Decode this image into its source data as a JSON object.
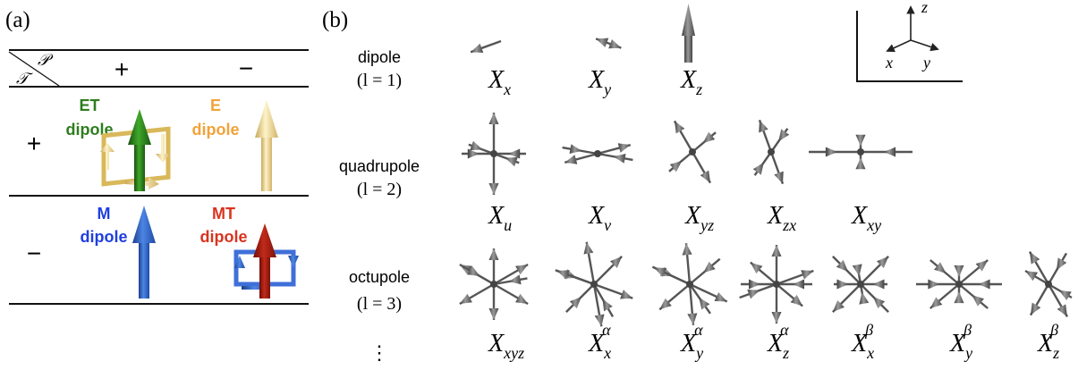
{
  "panel_a": {
    "label": "(a)",
    "corner_T": "𝒯",
    "corner_P": "𝒫",
    "col_plus": "+",
    "col_minus": "−",
    "row_plus": "+",
    "row_minus": "−",
    "cells": {
      "et": [
        "ET",
        "dipole"
      ],
      "e": [
        "E",
        "dipole"
      ],
      "m": [
        "M",
        "dipole"
      ],
      "mt": [
        "MT",
        "dipole"
      ]
    },
    "colors": {
      "et": "#2e7d1e",
      "e": "#f2a23a",
      "m": "#1f3fe0",
      "mt": "#d8341f"
    }
  },
  "panel_b": {
    "label": "(b)",
    "rows": [
      {
        "name": "dipole",
        "l": "(l = 1)",
        "items": [
          {
            "base": "X",
            "sub": "x",
            "sup": ""
          },
          {
            "base": "X",
            "sub": "y",
            "sup": ""
          },
          {
            "base": "X",
            "sub": "z",
            "sup": ""
          }
        ]
      },
      {
        "name": "quadrupole",
        "l": "(l = 2)",
        "items": [
          {
            "base": "X",
            "sub": "u",
            "sup": ""
          },
          {
            "base": "X",
            "sub": "v",
            "sup": ""
          },
          {
            "base": "X",
            "sub": "yz",
            "sup": ""
          },
          {
            "base": "X",
            "sub": "zx",
            "sup": ""
          },
          {
            "base": "X",
            "sub": "xy",
            "sup": ""
          }
        ]
      },
      {
        "name": "octupole",
        "l": "(l = 3)",
        "items": [
          {
            "base": "X",
            "sub": "xyz",
            "sup": ""
          },
          {
            "base": "X",
            "sub": "x",
            "sup": "α"
          },
          {
            "base": "X",
            "sub": "y",
            "sup": "α"
          },
          {
            "base": "X",
            "sub": "z",
            "sup": "α"
          },
          {
            "base": "X",
            "sub": "x",
            "sup": "β"
          },
          {
            "base": "X",
            "sub": "y",
            "sup": "β"
          },
          {
            "base": "X",
            "sub": "z",
            "sup": "β"
          }
        ]
      }
    ],
    "ellipsis": "⋮",
    "axes": {
      "x": "x",
      "y": "y",
      "z": "z"
    }
  }
}
